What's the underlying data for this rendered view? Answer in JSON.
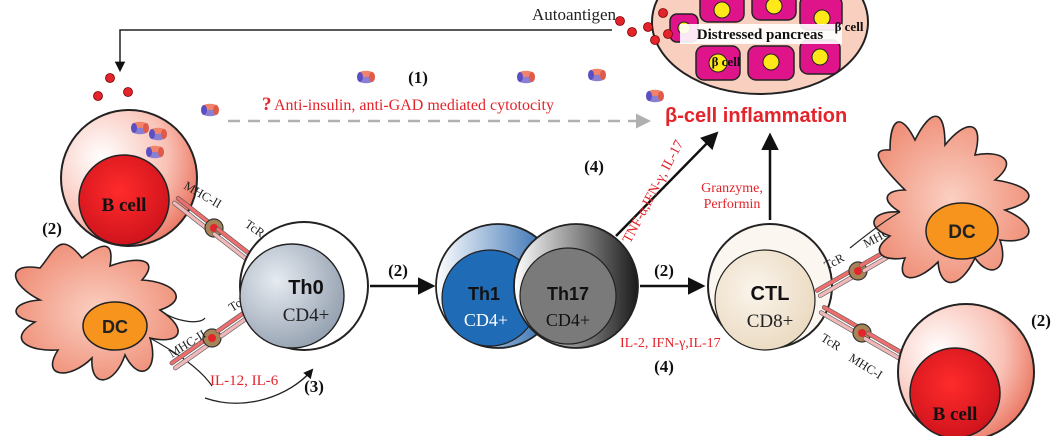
{
  "labels": {
    "autoantigen": "Autoantigen",
    "distressed_pancreas": "Distressed pancreas",
    "beta_cell_a": "β cell",
    "beta_cell_b": "β cell",
    "step1": "(1)",
    "question_mark": "?",
    "antibody_text": "Anti-insulin, anti-GAD mediated cytotocity",
    "beta_inflammation": "β-cell inflammation",
    "b_cell_left": "B cell",
    "b_cell_right": "B cell",
    "mhc2_top": "MHC-II",
    "mhc2_bottom": "MHC-II",
    "tcr_top": "TcR",
    "tcr_bottom": "TcR",
    "tcr_right_top": "TcR",
    "tcr_right_bottom": "TcR",
    "mhc1_top": "MHC-I",
    "mhc1_bottom": "MHC-I",
    "step2_left": "(2)",
    "step2_mid1": "(2)",
    "step2_mid2": "(2)",
    "step2_right": "(2)",
    "dc_left": "DC",
    "dc_right": "DC",
    "th0": "Th0",
    "cd4_th0": "CD4+",
    "il12": "IL-12, IL-6",
    "step3": "(3)",
    "th1": "Th1",
    "cd4_th1": "CD4+",
    "th17": "Th17",
    "cd4_th17": "CD4+",
    "step4_top": "(4)",
    "step4_bottom": "(4)",
    "cytokines_diag": "TNF-α,IFN-γ, IL-17",
    "il2": "IL-2, IFN-γ,IL-17",
    "granzyme": "Granzyme,",
    "performin": "Performin",
    "ctl": "CTL",
    "cd8": "CD8+"
  },
  "colors": {
    "red_text": "#e3242b",
    "dark_red": "#d0101a",
    "salmon": "#f08a78",
    "orange": "#f7941d",
    "th1_blue": "#1f6bb5",
    "th17_grey": "#7a7a7a",
    "ctl_beige": "#efe0c9",
    "th0_grey": "#aab4c0",
    "magenta": "#e0148a"
  },
  "icons": [
    "antibody-icon",
    "autoantigen-dot-icon",
    "arrow-icon"
  ]
}
